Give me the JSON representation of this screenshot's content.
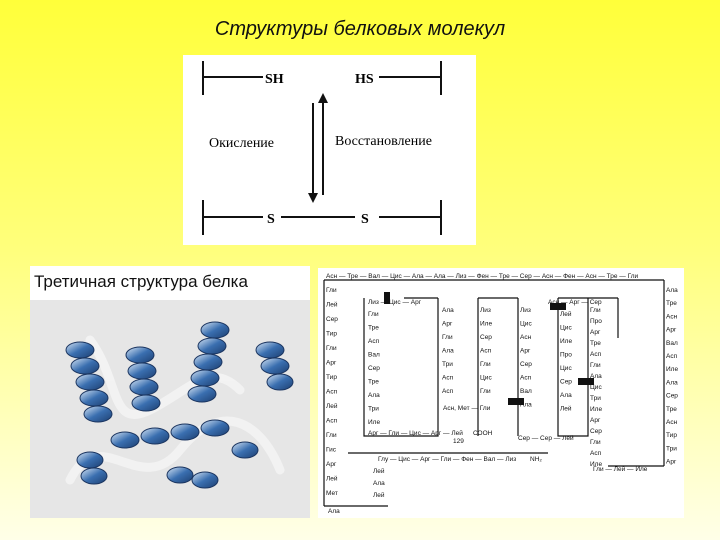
{
  "title": "Структуры белковых молекул",
  "redox": {
    "top_left": "SH",
    "top_right": "HS",
    "oxidation": "Окисление",
    "reduction": "Восстановление",
    "bottom_left": "S",
    "bottom_right": "S"
  },
  "tertiary": {
    "caption": "Третичная структура белка"
  },
  "sequence": {
    "top_row": "Асн — Тре — Вал — Цис — Ала — Ала — Лиз — Фен — Тре — Сер — Асн — Фен — Асн — Тре — Гли",
    "col1": [
      "Гли",
      "Лей",
      "Сер",
      "Тир",
      "Гли",
      "Арг",
      "Тир",
      "Асп",
      "Лей",
      "Асп",
      "Гли",
      "Гис",
      "Арг",
      "Лей",
      "Мет"
    ],
    "col1_bottom": "Ала",
    "loop1_top": "Лиз — Цис — Арг",
    "col2": [
      "Гли",
      "Тре",
      "Асп",
      "Вал",
      "Сер",
      "Тре",
      "Ала",
      "Три",
      "Иле"
    ],
    "col3": [
      "Ала",
      "Арг",
      "Гли",
      "Ала",
      "Три",
      "Асп",
      "Асп"
    ],
    "col3_label": "Асн, Мет — Гли",
    "col4": [
      "Лиз",
      "Иле",
      "Сер",
      "Асп",
      "Гли",
      "Цис",
      "Гли"
    ],
    "col5": [
      "Лиз",
      "Цис",
      "Асн",
      "Арг",
      "Сер",
      "Асп",
      "Вал",
      "Ала"
    ],
    "col6": [
      "Лей",
      "Цис",
      "Иле",
      "Про",
      "Цис",
      "Сер",
      "Ала",
      "Лей"
    ],
    "loop6_top": "Асн — Арг — Сер",
    "col7": [
      "Гли",
      "Про",
      "Арг",
      "Тре",
      "Асп",
      "Гли",
      "Ала",
      "Цис",
      "Три",
      "Иле",
      "Арг",
      "Сер",
      "Гли",
      "Асп",
      "Иле"
    ],
    "col8": [
      "Ала",
      "Тре",
      "Асн",
      "Арг",
      "Вал",
      "Асп",
      "Иле",
      "Ала",
      "Сер",
      "Тре",
      "Асн",
      "Тир",
      "Три",
      "Арг"
    ],
    "bottom_chain1": "Арг — Гли — Цис — Арг — Лей",
    "num_129": "129",
    "cooh": "СООН",
    "ser_ser_lei": "Сер — Сер — Лей",
    "bottom_chain2": "Глу — Цис — Арг — Гли — Фен — Вал — Лиз",
    "nh2": "NH₂",
    "gli_lei_ile": "Гли — Лей — Иле",
    "lei_ala_lei": [
      "Лей",
      "Ала",
      "Лей"
    ]
  }
}
